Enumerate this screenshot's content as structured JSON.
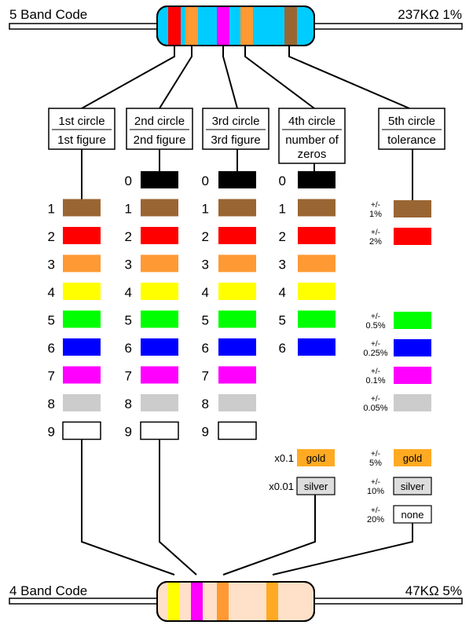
{
  "titles": {
    "five_band": "5 Band Code",
    "five_band_value": "237KΩ  1%",
    "four_band": "4 Band Code",
    "four_band_value": "47KΩ  5%"
  },
  "headers": [
    {
      "line1": "1st circle",
      "line2": "1st figure",
      "line3": ""
    },
    {
      "line1": "2nd circle",
      "line2": "2nd figure",
      "line3": ""
    },
    {
      "line1": "3rd circle",
      "line2": "3rd figure",
      "line3": ""
    },
    {
      "line1": "4th circle",
      "line2": "number of",
      "line3": "zeros"
    },
    {
      "line1": "5th circle",
      "line2": "tolerance",
      "line3": ""
    }
  ],
  "colors": {
    "0": "#000000",
    "1": "#996633",
    "2": "#ff0000",
    "3": "#ff9933",
    "4": "#ffff00",
    "5": "#00ff00",
    "6": "#0000ff",
    "7": "#ff00ff",
    "8": "#cccccc",
    "9": "#ffffff",
    "gold": "#ffaa22",
    "silver": "#dddddd",
    "body5": "#00ccff",
    "body4": "#ffe0c8"
  },
  "digits": {
    "col1": [
      "1",
      "2",
      "3",
      "4",
      "5",
      "6",
      "7",
      "8",
      "9"
    ],
    "col2": [
      "0",
      "1",
      "2",
      "3",
      "4",
      "5",
      "6",
      "7",
      "8",
      "9"
    ],
    "col3": [
      "0",
      "1",
      "2",
      "3",
      "4",
      "5",
      "6",
      "7",
      "8",
      "9"
    ],
    "col4": [
      "0",
      "1",
      "2",
      "3",
      "4",
      "5",
      "6"
    ]
  },
  "multipliers": [
    {
      "prefix": "x0.1",
      "label": "gold",
      "color": "gold"
    },
    {
      "prefix": "x0.01",
      "label": "silver",
      "color": "silver"
    }
  ],
  "tolerances": [
    {
      "pm": "+/-",
      "value": "1%",
      "color": "1"
    },
    {
      "pm": "+/-",
      "value": "2%",
      "color": "2"
    },
    {
      "pm": "+/-",
      "value": "0.5%",
      "color": "5"
    },
    {
      "pm": "+/-",
      "value": "0.25%",
      "color": "6"
    },
    {
      "pm": "+/-",
      "value": "0.1%",
      "color": "7"
    },
    {
      "pm": "+/-",
      "value": "0.05%",
      "color": "8"
    },
    {
      "pm": "+/-",
      "value": "5%",
      "label": "gold",
      "color": "gold"
    },
    {
      "pm": "+/-",
      "value": "10%",
      "label": "silver",
      "color": "silver"
    },
    {
      "pm": "+/-",
      "value": "20%",
      "label": "none",
      "color": "9"
    }
  ],
  "resistor5_bands": [
    "2",
    "3",
    "7",
    "3",
    "1"
  ],
  "resistor4_bands": [
    "4",
    "7",
    "3",
    "gold"
  ]
}
